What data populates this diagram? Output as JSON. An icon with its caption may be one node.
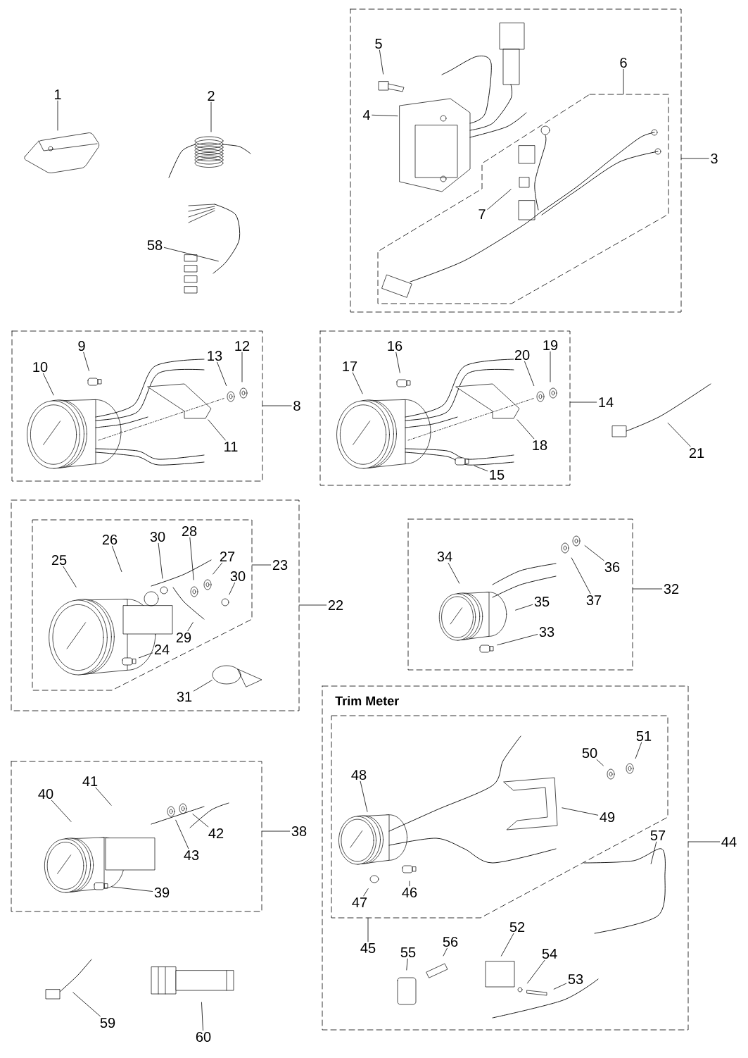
{
  "diagram": {
    "nodes": [
      {
        "text": [
          "1"
        ]
      },
      {
        "text": [
          "2"
        ]
      },
      {
        "text": [
          "58"
        ]
      },
      {
        "text": [],
        "shape": "box"
      },
      {
        "text": [
          "5"
        ],
        "in": 3
      },
      {
        "text": [
          "6"
        ],
        "in": 3
      },
      {
        "text": [
          "4"
        ],
        "in": 3
      },
      {
        "text": [],
        "shape": "box",
        "in": 3
      },
      {
        "text": [
          "7"
        ],
        "in": 7
      },
      {
        "text": [
          "3"
        ]
      },
      {
        "text": [],
        "shape": "box"
      },
      {
        "text": [
          "9"
        ],
        "in": 10
      },
      {
        "text": [
          "10"
        ],
        "in": 10
      },
      {
        "text": [
          "13"
        ],
        "in": 10
      },
      {
        "text": [
          "12"
        ],
        "in": 10
      },
      {
        "text": [
          "11"
        ],
        "in": 10
      },
      {
        "text": [
          "8"
        ]
      },
      {
        "text": [],
        "shape": "box"
      },
      {
        "text": [
          "16"
        ],
        "in": 17
      },
      {
        "text": [
          "17"
        ],
        "in": 17
      },
      {
        "text": [
          "20"
        ],
        "in": 17
      },
      {
        "text": [
          "19"
        ],
        "in": 17
      },
      {
        "text": [
          "18"
        ],
        "in": 17
      },
      {
        "text": [
          "15"
        ],
        "in": 17
      },
      {
        "text": [
          "14"
        ]
      },
      {
        "text": [
          "21"
        ]
      },
      {
        "text": [],
        "shape": "box"
      },
      {
        "text": [],
        "shape": "box",
        "in": 26
      },
      {
        "text": [
          "30"
        ],
        "in": 27
      },
      {
        "text": [
          "28"
        ],
        "in": 27
      },
      {
        "text": [
          "26"
        ],
        "in": 27
      },
      {
        "text": [
          "25"
        ],
        "in": 27
      },
      {
        "text": [
          "27"
        ],
        "in": 27
      },
      {
        "text": [
          "23"
        ],
        "in": 26
      },
      {
        "text": [
          "30"
        ],
        "in": 27
      },
      {
        "text": [
          "29"
        ],
        "in": 27
      },
      {
        "text": [
          "24"
        ],
        "in": 27
      },
      {
        "text": [
          "31"
        ],
        "in": 26
      },
      {
        "text": [
          "22"
        ]
      },
      {
        "text": [],
        "shape": "box"
      },
      {
        "text": [
          "34"
        ],
        "in": 39
      },
      {
        "text": [
          "36"
        ],
        "in": 39
      },
      {
        "text": [
          "37"
        ],
        "in": 39
      },
      {
        "text": [
          "35"
        ],
        "in": 39
      },
      {
        "text": [
          "33"
        ],
        "in": 39
      },
      {
        "text": [
          "32"
        ]
      },
      {
        "text": [
          "Trim Meter"
        ]
      },
      {
        "text": [],
        "shape": "box",
        "in": 46
      },
      {
        "text": [
          "50"
        ],
        "in": 47
      },
      {
        "text": [
          "51"
        ],
        "in": 47
      },
      {
        "text": [
          "48"
        ],
        "in": 47
      },
      {
        "text": [
          "49"
        ],
        "in": 47
      },
      {
        "text": [
          "57"
        ],
        "in": 46
      },
      {
        "text": [
          "44"
        ]
      },
      {
        "text": [
          "47"
        ],
        "in": 47
      },
      {
        "text": [
          "46"
        ],
        "in": 47
      },
      {
        "text": [
          "45"
        ],
        "in": 46
      },
      {
        "text": [
          "52"
        ],
        "in": 46
      },
      {
        "text": [
          "55"
        ],
        "in": 46
      },
      {
        "text": [
          "56"
        ],
        "in": 46
      },
      {
        "text": [
          "54"
        ],
        "in": 46
      },
      {
        "text": [
          "53"
        ],
        "in": 46
      },
      {
        "text": [],
        "shape": "box"
      },
      {
        "text": [
          "40"
        ],
        "in": 62
      },
      {
        "text": [
          "41"
        ],
        "in": 62
      },
      {
        "text": [
          "42"
        ],
        "in": 62
      },
      {
        "text": [
          "43"
        ],
        "in": 62
      },
      {
        "text": [
          "38"
        ]
      },
      {
        "text": [
          "39"
        ],
        "in": 62
      },
      {
        "text": [
          "59"
        ]
      },
      {
        "text": [
          "60"
        ]
      }
    ],
    "edges": [
      {
        "from": 0,
        "to": null,
        "arrow": "none"
      },
      {
        "from": 1,
        "to": null,
        "arrow": "none"
      },
      {
        "from": 2,
        "to": null,
        "arrow": "none"
      },
      {
        "from": 4,
        "to": null,
        "arrow": "none"
      },
      {
        "from": 5,
        "to": 7,
        "arrow": "none"
      },
      {
        "from": 6,
        "to": null,
        "arrow": "none"
      },
      {
        "from": 8,
        "to": null,
        "arrow": "none"
      },
      {
        "from": 9,
        "to": 3,
        "arrow": "none"
      },
      {
        "from": 11,
        "to": null,
        "arrow": "none"
      },
      {
        "from": 12,
        "to": null,
        "arrow": "none"
      },
      {
        "from": 13,
        "to": null,
        "arrow": "none"
      },
      {
        "from": 14,
        "to": null,
        "arrow": "none"
      },
      {
        "from": 15,
        "to": null,
        "arrow": "none"
      },
      {
        "from": 16,
        "to": 10,
        "arrow": "none"
      },
      {
        "from": 18,
        "to": null,
        "arrow": "none"
      },
      {
        "from": 19,
        "to": null,
        "arrow": "none"
      },
      {
        "from": 20,
        "to": null,
        "arrow": "none"
      },
      {
        "from": 21,
        "to": null,
        "arrow": "none"
      },
      {
        "from": 22,
        "to": null,
        "arrow": "none"
      },
      {
        "from": 23,
        "to": null,
        "arrow": "none"
      },
      {
        "from": 24,
        "to": 17,
        "arrow": "none"
      },
      {
        "from": 25,
        "to": null,
        "arrow": "none"
      },
      {
        "from": 28,
        "to": null,
        "arrow": "none"
      },
      {
        "from": 29,
        "to": null,
        "arrow": "none"
      },
      {
        "from": 30,
        "to": null,
        "arrow": "none"
      },
      {
        "from": 31,
        "to": null,
        "arrow": "none"
      },
      {
        "from": 32,
        "to": null,
        "arrow": "none"
      },
      {
        "from": 33,
        "to": 27,
        "arrow": "none"
      },
      {
        "from": 34,
        "to": null,
        "arrow": "none"
      },
      {
        "from": 35,
        "to": null,
        "arrow": "none"
      },
      {
        "from": 36,
        "to": null,
        "arrow": "none"
      },
      {
        "from": 37,
        "to": null,
        "arrow": "none"
      },
      {
        "from": 38,
        "to": 26,
        "arrow": "none"
      },
      {
        "from": 40,
        "to": null,
        "arrow": "none"
      },
      {
        "from": 41,
        "to": null,
        "arrow": "none"
      },
      {
        "from": 42,
        "to": null,
        "arrow": "none"
      },
      {
        "from": 43,
        "to": null,
        "arrow": "none"
      },
      {
        "from": 44,
        "to": null,
        "arrow": "none"
      },
      {
        "from": 45,
        "to": 39,
        "arrow": "none"
      },
      {
        "from": 48,
        "to": null,
        "arrow": "none"
      },
      {
        "from": 49,
        "to": null,
        "arrow": "none"
      },
      {
        "from": 50,
        "to": null,
        "arrow": "none"
      },
      {
        "from": 51,
        "to": null,
        "arrow": "none"
      },
      {
        "from": 52,
        "to": null,
        "arrow": "none"
      },
      {
        "from": 53,
        "to": 46,
        "arrow": "none"
      },
      {
        "from": 54,
        "to": null,
        "arrow": "none"
      },
      {
        "from": 55,
        "to": null,
        "arrow": "none"
      },
      {
        "from": 56,
        "to": 47,
        "arrow": "none"
      },
      {
        "from": 57,
        "to": null,
        "arrow": "none"
      },
      {
        "from": 58,
        "to": null,
        "arrow": "none"
      },
      {
        "from": 59,
        "to": null,
        "arrow": "none"
      },
      {
        "from": 60,
        "to": null,
        "arrow": "none"
      },
      {
        "from": 61,
        "to": null,
        "arrow": "none"
      },
      {
        "from": 63,
        "to": null,
        "arrow": "none"
      },
      {
        "from": 64,
        "to": null,
        "arrow": "none"
      },
      {
        "from": 65,
        "to": null,
        "arrow": "none"
      },
      {
        "from": 66,
        "to": null,
        "arrow": "none"
      },
      {
        "from": 67,
        "to": 62,
        "arrow": "none"
      },
      {
        "from": 68,
        "to": null,
        "arrow": "none"
      },
      {
        "from": 69,
        "to": null,
        "arrow": "none"
      },
      {
        "from": 70,
        "to": null,
        "arrow": "none"
      }
    ]
  }
}
